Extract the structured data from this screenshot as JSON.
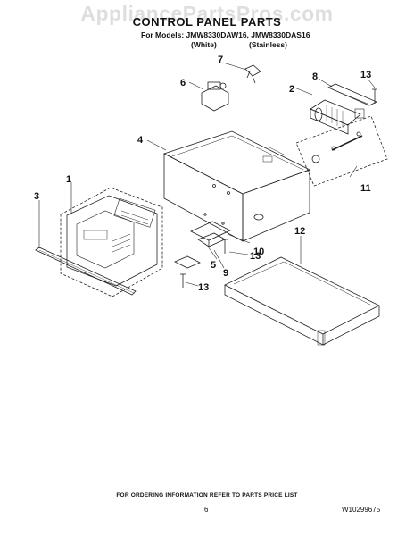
{
  "watermark": "AppliancePartsPros.com",
  "title": "CONTROL PANEL PARTS",
  "models_line": "For Models: JMW8330DAW16, JMW8330DAS16",
  "variant_white": "(White)",
  "variant_stainless": "(Stainless)",
  "callouts": [
    "1",
    "2",
    "3",
    "4",
    "5",
    "6",
    "7",
    "8",
    "9",
    "10",
    "11",
    "12",
    "13",
    "13",
    "13"
  ],
  "footer_note": "FOR ORDERING INFORMATION REFER TO PARTS PRICE LIST",
  "page_number": "6",
  "document_number": "W10299675"
}
